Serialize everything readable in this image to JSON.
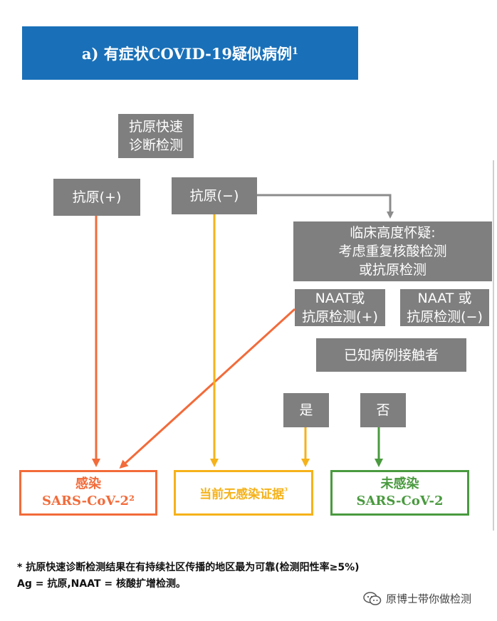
{
  "header": {
    "title": "a) 有症状COVID-19疑似病例",
    "superscript": "1"
  },
  "nodes": {
    "rapid_test": {
      "line1": "抗原快速",
      "line2": "诊断检测"
    },
    "antigen_pos": "抗原(+)",
    "antigen_neg": "抗原(−)",
    "clinical": {
      "line1": "临床高度怀疑:",
      "line2": "考虑重复核酸检测",
      "line3": "或抗原检测"
    },
    "naat_pos": {
      "line1": "NAAT或",
      "line2": "抗原检测(+)"
    },
    "naat_neg": {
      "line1": "NAAT 或",
      "line2": "抗原检测(−)"
    },
    "known_contact": "已知病例接触者",
    "yes": "是",
    "no": "否"
  },
  "results": {
    "infected": {
      "line1": "感染",
      "line2": "SARS-CoV-2²"
    },
    "no_evidence": {
      "line1": "当前无感染证据",
      "sup": "³"
    },
    "not_infected": {
      "line1": "未感染",
      "line2": "SARS-CoV-2"
    }
  },
  "footnote": {
    "line1": "* 抗原快速诊断检测结果在有持续社区传播的地区最为可靠(检测阳性率≥5%)",
    "line2": "Ag = 抗原,NAAT = 核酸扩增检测。"
  },
  "watermark": "原博士带你做检测",
  "colors": {
    "header": "#1970b8",
    "gray": "#7f7f7f",
    "orange": "#f26b3a",
    "yellow": "#f5b21a",
    "green": "#4a9a3f"
  }
}
